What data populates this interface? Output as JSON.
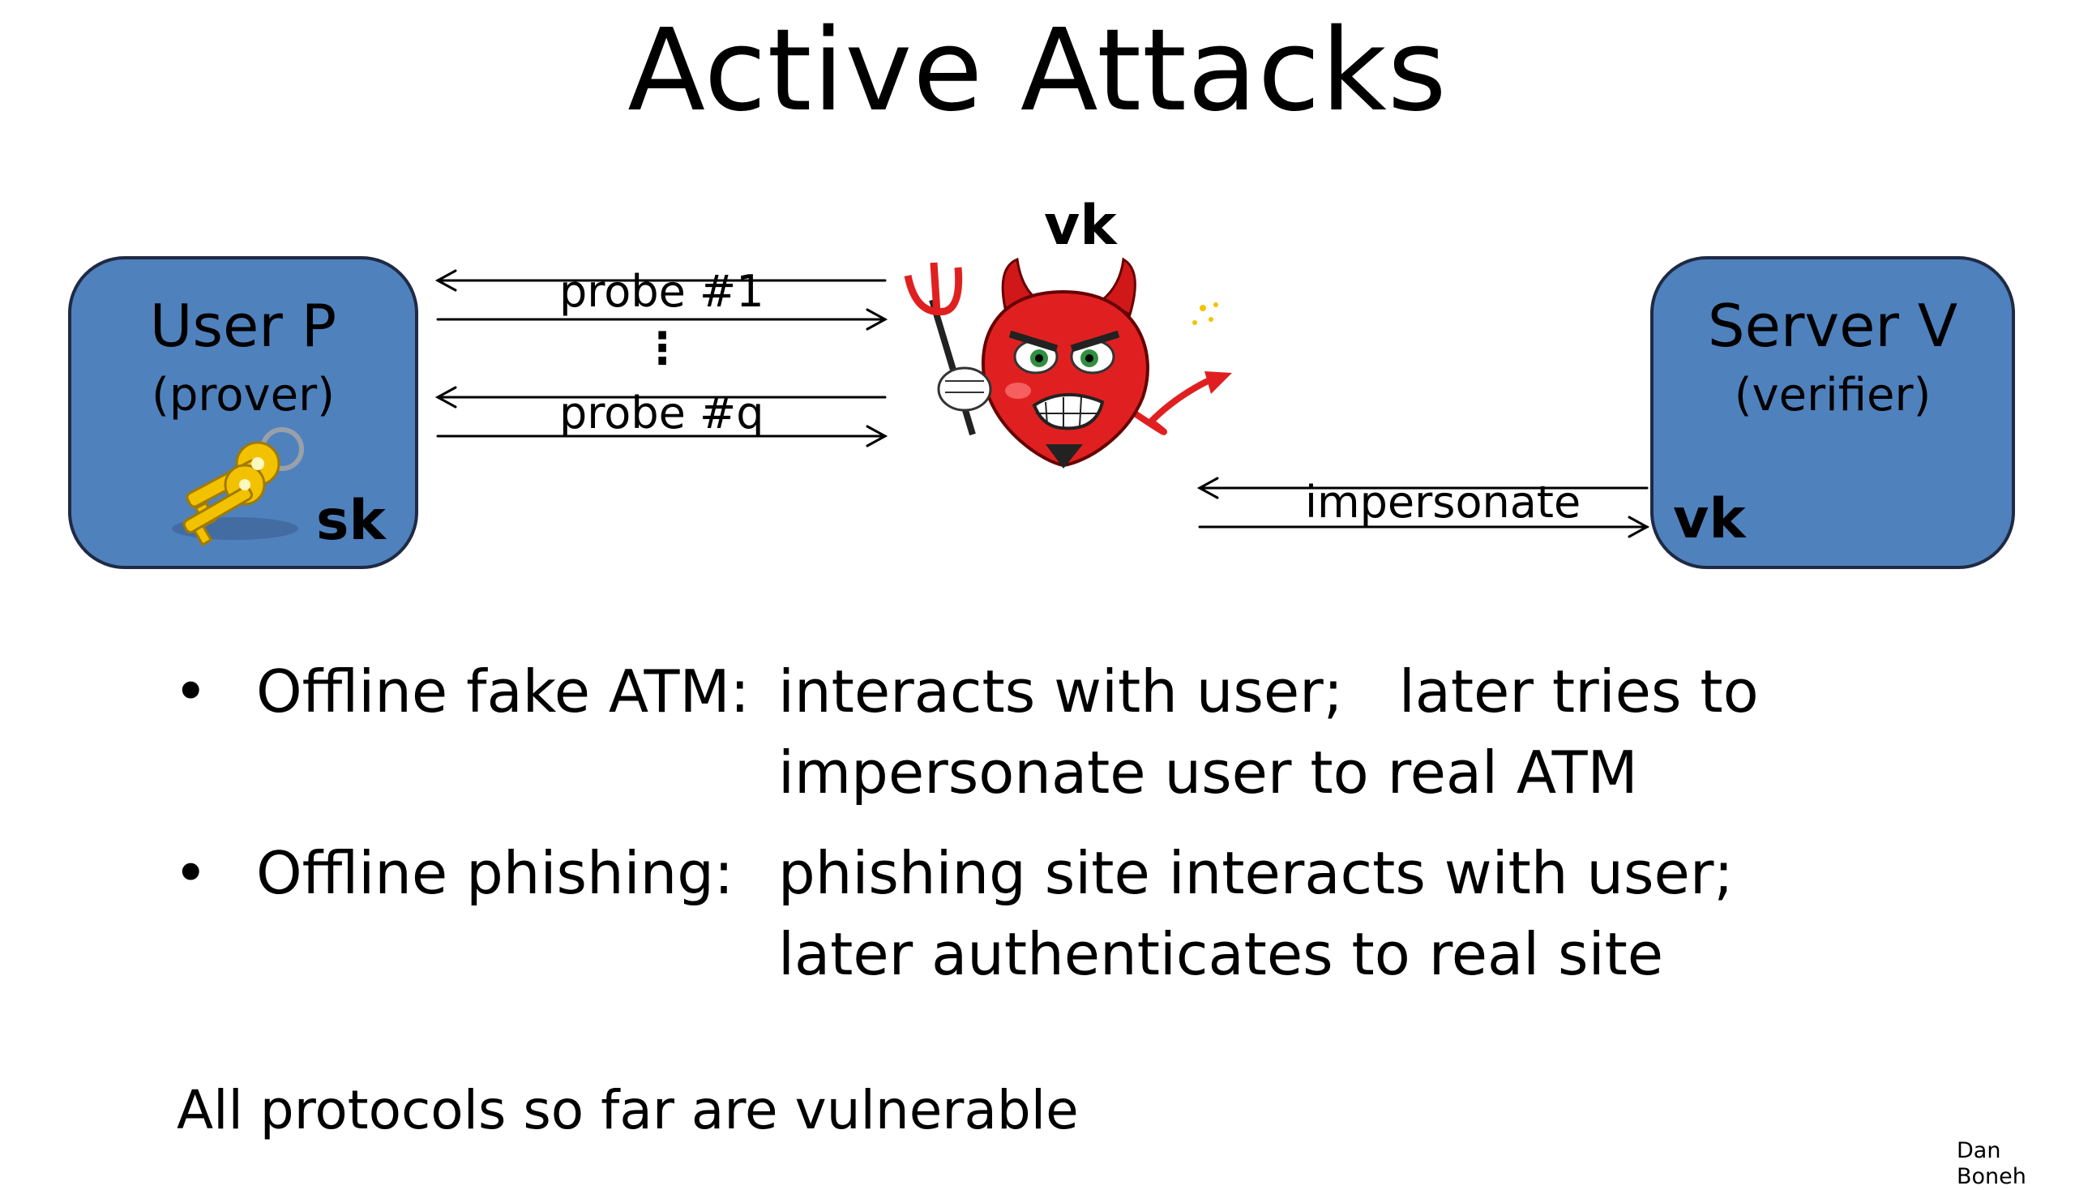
{
  "title": "Active Attacks",
  "user_box": {
    "title": "User  P",
    "subtitle": "(prover)",
    "key_label": "sk"
  },
  "server_box": {
    "title": "Server V",
    "subtitle": "(verifier)",
    "key_label": "vk"
  },
  "adversary": {
    "key_label": "vk"
  },
  "messages": {
    "probe_first": "probe #1",
    "probe_dots": "⋮",
    "probe_last": "probe #q",
    "impersonate": "impersonate"
  },
  "bullets": [
    {
      "marker": "•",
      "term": "Offline fake ATM:",
      "line1": "interacts with user;   later tries to",
      "line2": "impersonate user to real ATM"
    },
    {
      "marker": "•",
      "term": "Offline phishing:",
      "line1": "phishing site interacts with user;",
      "line2": "later authenticates to real site"
    }
  ],
  "conclusion": "All protocols so far are vulnerable",
  "credit": "Dan Boneh",
  "colors": {
    "box_fill": "#4f81bd",
    "box_border": "#1f2a44",
    "devil": "#e02020",
    "key": "#f2c200"
  }
}
